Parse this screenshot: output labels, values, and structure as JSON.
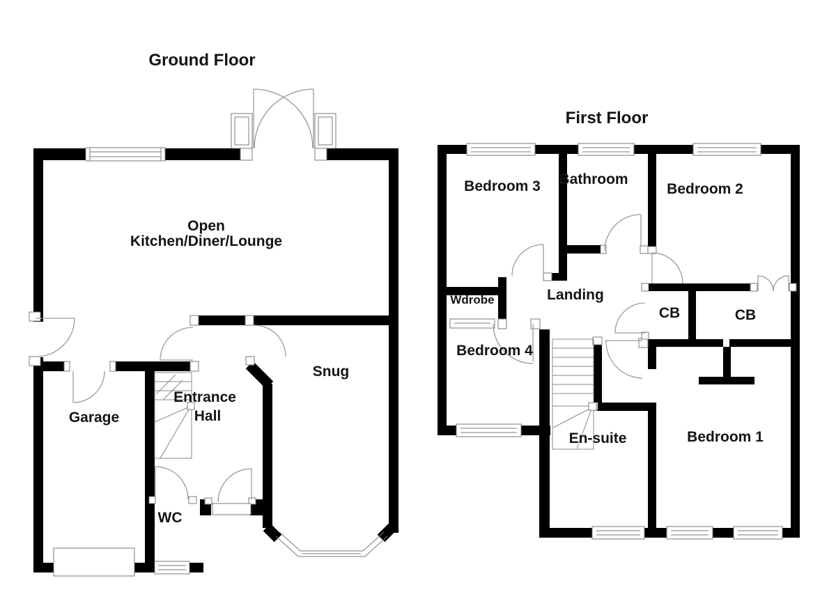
{
  "ground_floor": {
    "title": "Ground Floor",
    "rooms": {
      "kitchen_line1": "Open",
      "kitchen_line2": "Kitchen/Diner/Lounge",
      "garage": "Garage",
      "entrance_line1": "Entrance",
      "entrance_line2": "Hall",
      "wc": "WC",
      "snug": "Snug"
    }
  },
  "first_floor": {
    "title": "First Floor",
    "rooms": {
      "bedroom1": "Bedroom 1",
      "bedroom2": "Bedroom 2",
      "bedroom3": "Bedroom 3",
      "bedroom4": "Bedroom 4",
      "bathroom": "Bathroom",
      "ensuite": "En-suite",
      "landing": "Landing",
      "wardrobe": "Wdrobe",
      "cb_left": "CB",
      "cb_right": "CB"
    }
  },
  "colors": {
    "wall": "#000000",
    "background": "#ffffff",
    "text": "#141414"
  }
}
